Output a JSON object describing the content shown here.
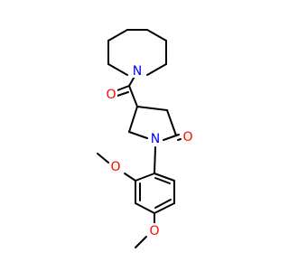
{
  "colors": {
    "background": "#ffffff",
    "bond": "#000000",
    "nitrogen": "#0000ff",
    "oxygen": "#ff0000"
  },
  "atoms": {
    "n_piperidine": "N",
    "n_pyrrolidinone": "N",
    "o_amide": "O",
    "o_lactam": "O",
    "o_methoxy_ortho": "O",
    "o_methoxy_para": "O"
  }
}
